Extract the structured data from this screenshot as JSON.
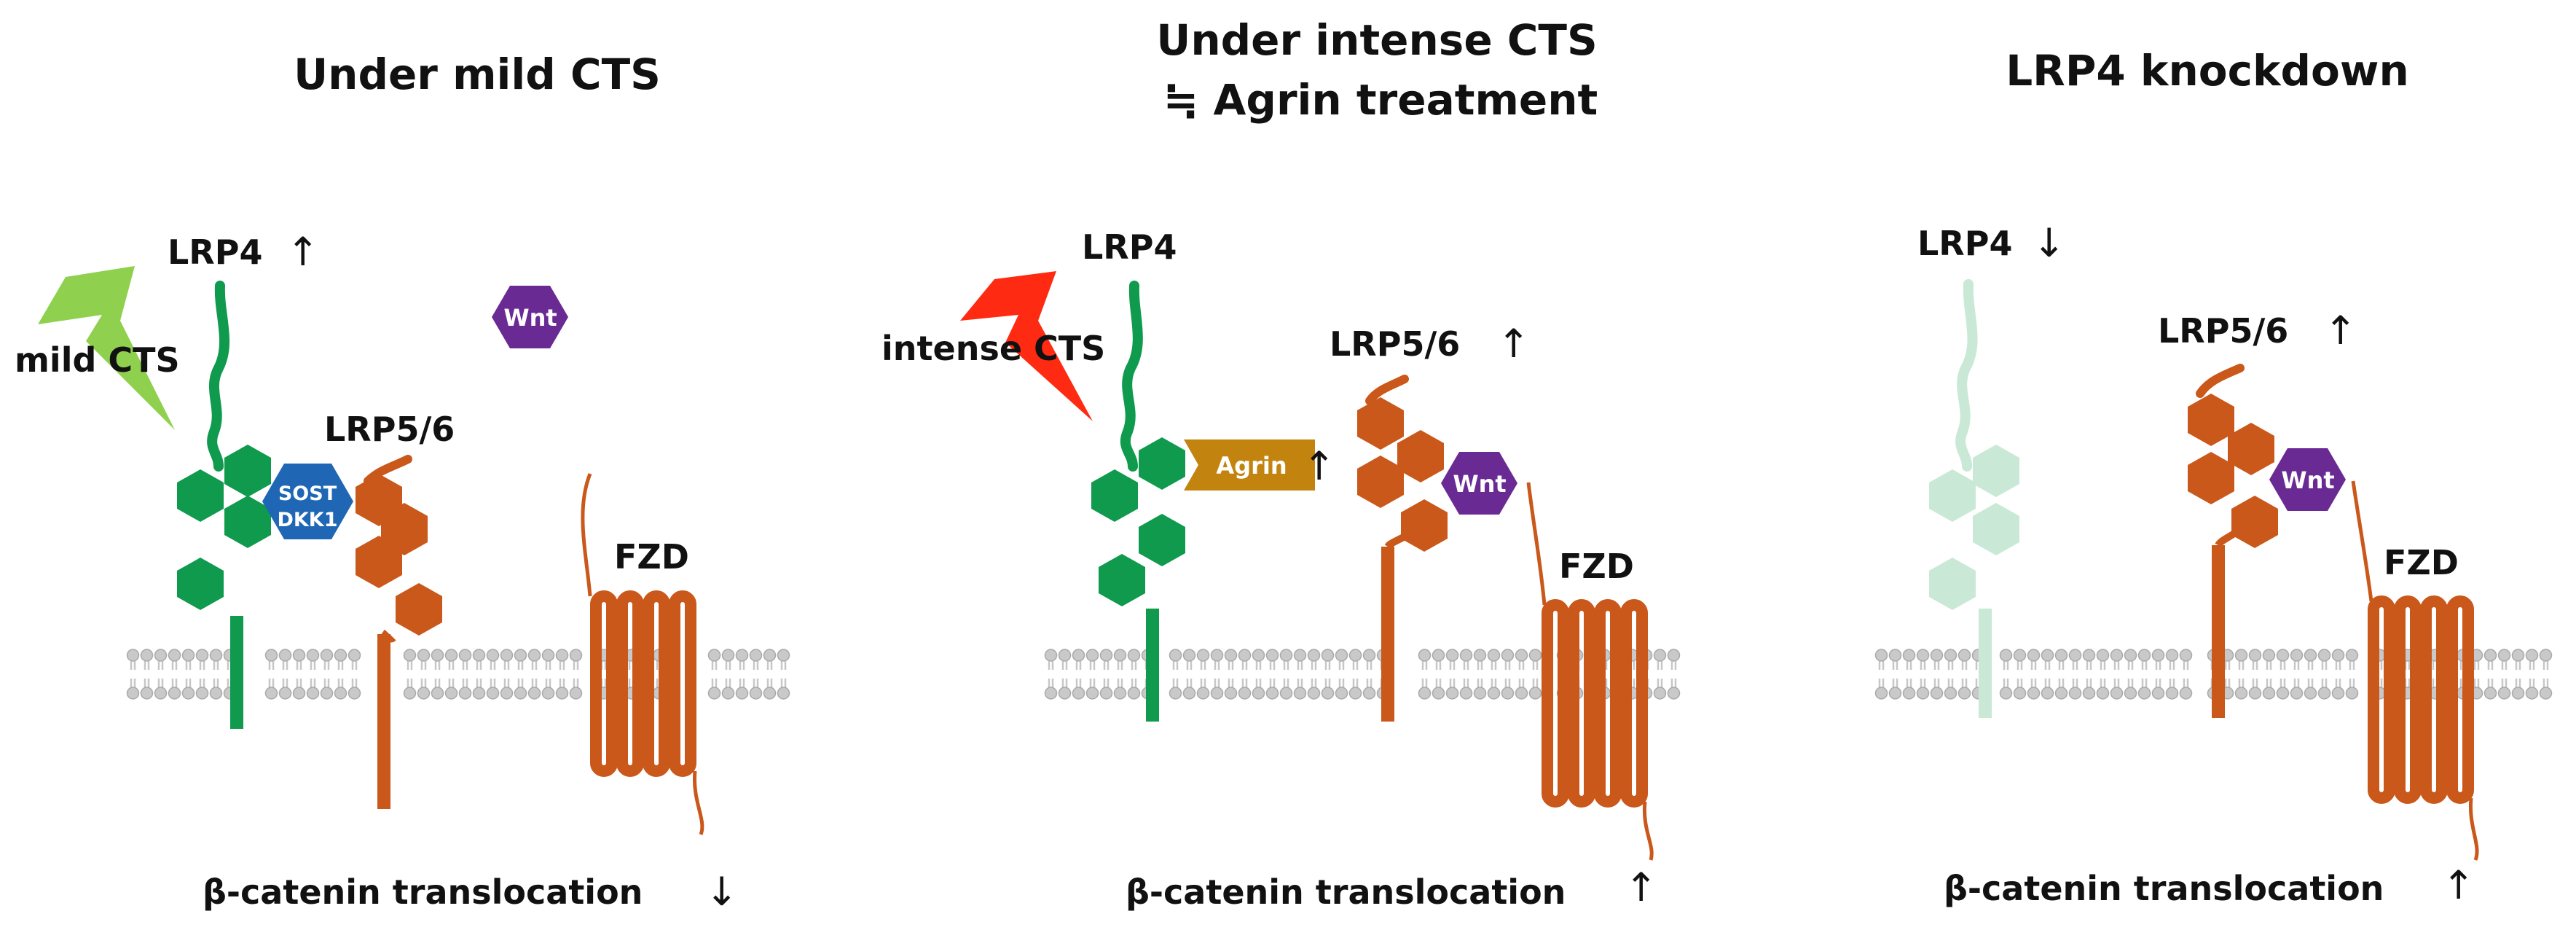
{
  "colors": {
    "lrp4": "#0f9a4e",
    "lrp4_faded": "#c9e9d6",
    "lrp56": "#c9581a",
    "fzd": "#c9581a",
    "wnt": "#6a2a93",
    "sost_dkk1": "#1f67b5",
    "agrin": "#c2840f",
    "mild_cts": "#8fd14f",
    "intense_cts": "#ff2a12",
    "membrane": "#bdbdbd"
  },
  "panels": [
    {
      "title_lines": [
        "Under mild CTS"
      ],
      "lrp4": {
        "label": "LRP4",
        "arrow": "↑"
      },
      "lrp56": {
        "label": "LRP5/6",
        "arrow": ""
      },
      "fzd": {
        "label": "FZD"
      },
      "stimulus": {
        "label": "mild CTS"
      },
      "wnt": {
        "label": "Wnt"
      },
      "inhibitor": {
        "line1": "SOST",
        "line2": "DKK1"
      },
      "result": {
        "label": "β-catenin translocation",
        "arrow": "↓"
      }
    },
    {
      "title_lines": [
        "Under intense CTS",
        "≒ Agrin treatment"
      ],
      "lrp4": {
        "label": "LRP4",
        "arrow": ""
      },
      "lrp56": {
        "label": "LRP5/6",
        "arrow": "↑"
      },
      "fzd": {
        "label": "FZD"
      },
      "stimulus": {
        "label": "intense CTS"
      },
      "wnt": {
        "label": "Wnt"
      },
      "agrin": {
        "label": "Agrin",
        "arrow": "↑"
      },
      "result": {
        "label": "β-catenin translocation",
        "arrow": "↑"
      }
    },
    {
      "title_lines": [
        "LRP4 knockdown"
      ],
      "lrp4": {
        "label": "LRP4",
        "arrow": "↓"
      },
      "lrp56": {
        "label": "LRP5/6",
        "arrow": "↑"
      },
      "fzd": {
        "label": "FZD"
      },
      "wnt": {
        "label": "Wnt"
      },
      "result": {
        "label": "β-catenin translocation",
        "arrow": "↑"
      }
    }
  ]
}
